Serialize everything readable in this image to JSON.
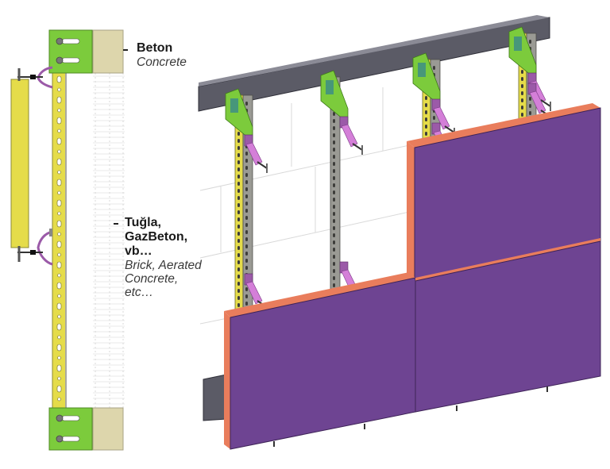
{
  "diagram": {
    "type": "facade cladding sub-structure section and isometric view",
    "labels": {
      "concrete": {
        "tr": "Beton",
        "en": "Concrete"
      },
      "masonry": {
        "tr_lines": [
          "Tuğla,",
          "GazBeton,",
          "vb…"
        ],
        "en_lines": [
          "Brick, Aerated",
          "Concrete,",
          "etc…"
        ]
      }
    },
    "colors": {
      "bracket_green": "#7ccb3c",
      "rail_yellow": "#e5dc4a",
      "rail_gray": "#9a9a94",
      "clip_purple": "#c46cc8",
      "beam_gray": "#5b5b66",
      "panel_face": "#6e4492",
      "panel_edge": "#e97d5c",
      "concrete_beige": "#ddd6ac",
      "masonry_lines": "#c8c8c8"
    },
    "components": {
      "section_view": [
        "top bracket",
        "vertical rail",
        "bottom bracket",
        "panel",
        "upper clip",
        "lower clip",
        "concrete slab",
        "masonry wall"
      ],
      "isometric_view": [
        "top beam",
        "4 brackets",
        "4 vertical rails",
        "clips",
        "3 cladding panels",
        "bottom beam"
      ]
    }
  }
}
